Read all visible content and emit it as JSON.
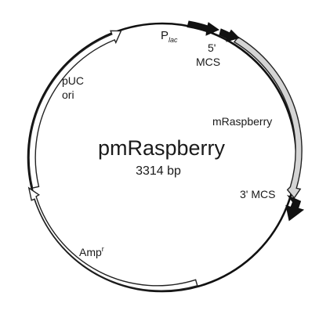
{
  "plasmid": {
    "name": "pmRaspberry",
    "size": "3314 bp"
  },
  "features": {
    "plac": {
      "label": "P",
      "subscript": "lac"
    },
    "mcs5": {
      "line1": "5'",
      "line2": "MCS"
    },
    "mraspberry": {
      "label": "mRaspberry"
    },
    "mcs3": {
      "label": "3' MCS"
    },
    "amp": {
      "label": "Amp",
      "superscript": "r"
    },
    "puc": {
      "line1": "pUC",
      "line2": "ori"
    }
  },
  "colors": {
    "backbone": "#111111",
    "insert_fill": "#d4d4d4",
    "open_fill": "#ffffff",
    "solid_fill": "#111111"
  }
}
